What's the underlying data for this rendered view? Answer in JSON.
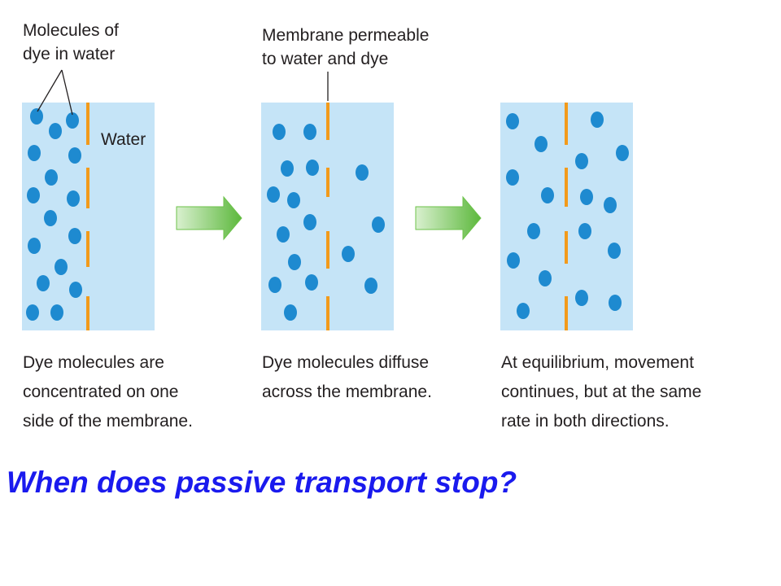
{
  "labels": {
    "dye_molecules": [
      "Molecules of",
      "dye in water"
    ],
    "membrane": [
      "Membrane permeable",
      "to water and dye"
    ],
    "water": "Water"
  },
  "captions": [
    [
      "Dye molecules are",
      "concentrated on one",
      "side of the membrane."
    ],
    [
      "Dye molecules diffuse",
      "across the membrane."
    ],
    [
      "At equilibrium, movement",
      "continues, but at the same",
      "rate in both directions."
    ]
  ],
  "question": "When does passive transport stop?",
  "colors": {
    "water_fill": "#c5e4f7",
    "dye": "#1e8ad0",
    "membrane": "#f29a1b",
    "arrow": "#6cc24a",
    "question_text": "#1a1aee"
  }
}
